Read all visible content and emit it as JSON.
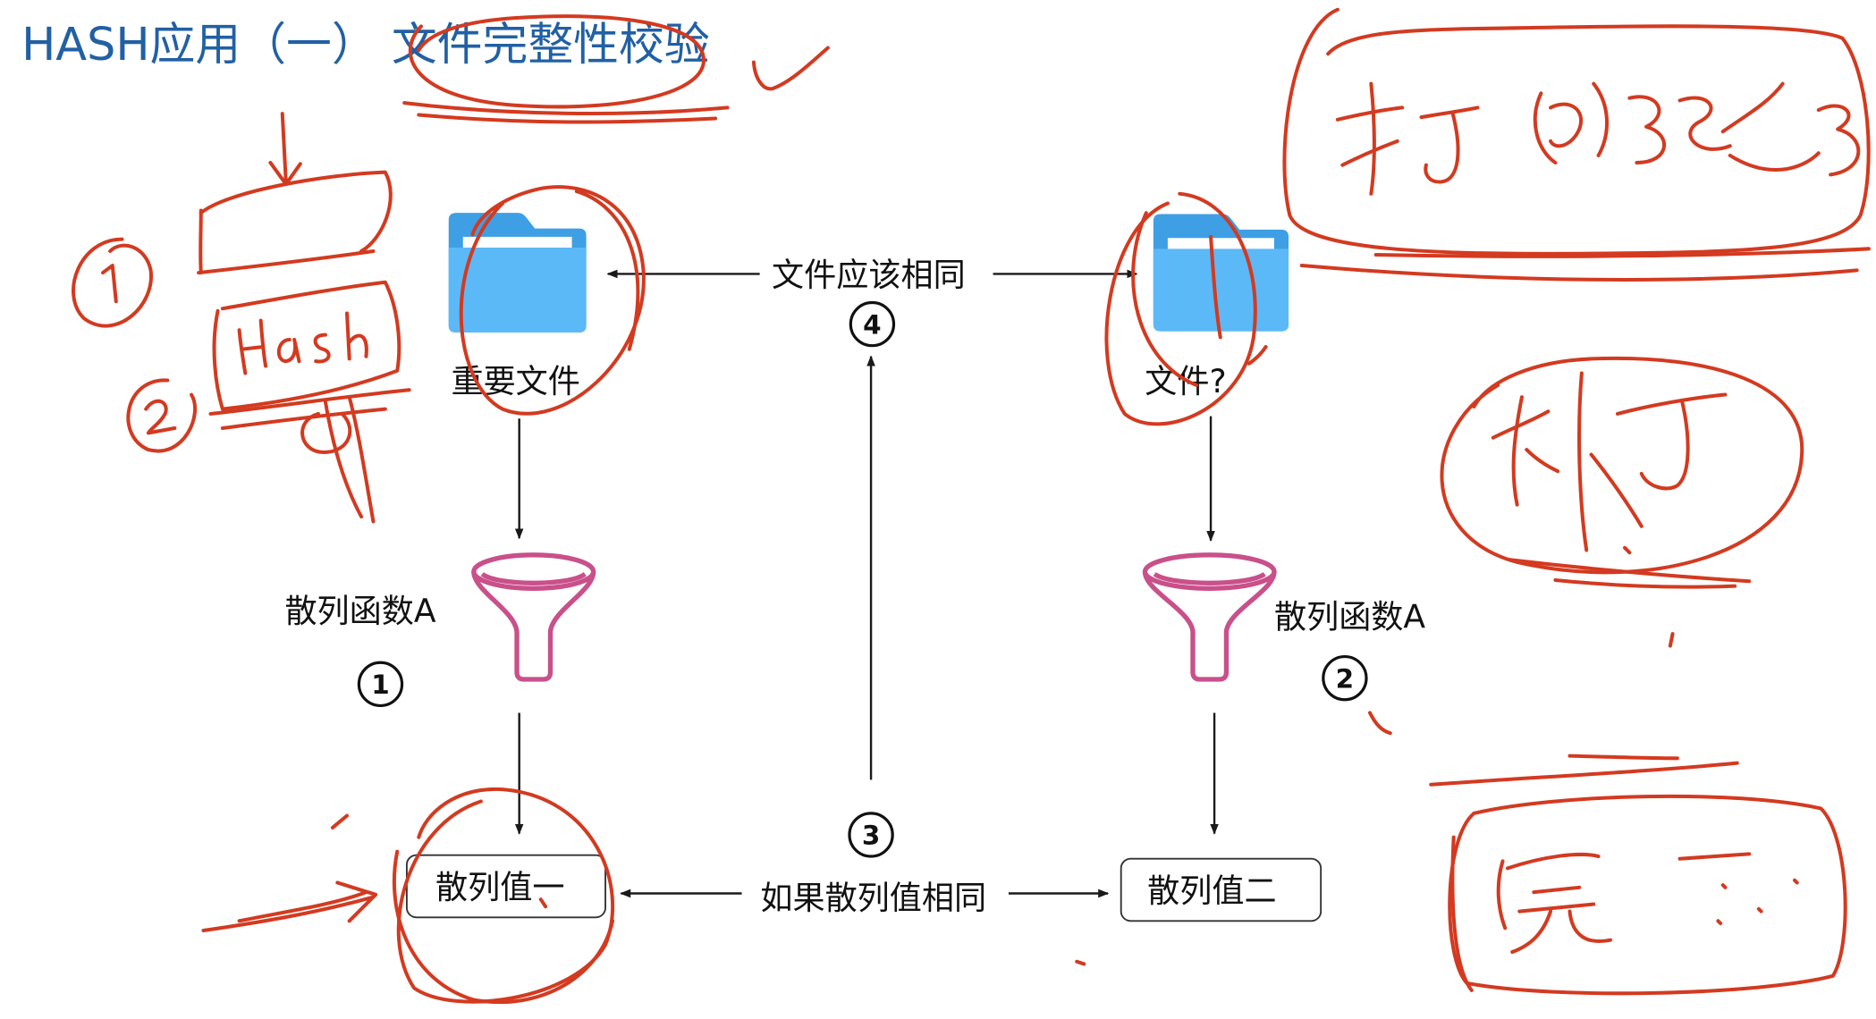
{
  "slide": {
    "title": "HASH应用（一） 文件完整性校验"
  },
  "diagram": {
    "left_file_label": "重要文件",
    "right_file_label": "文件?",
    "files_should_match": "文件应该相同",
    "if_hashes_match": "如果散列值相同",
    "left_hash_function": "散列函数A",
    "right_hash_function": "散列函数A",
    "left_hash_value": "散列值一",
    "right_hash_value": "散列值二",
    "steps": [
      "1",
      "2",
      "3",
      "4"
    ]
  },
  "icons": {
    "file": "folder-icon",
    "hash_function": "funnel-icon"
  },
  "colors": {
    "title": "#2160a4",
    "arrow": "#1a1a1a",
    "funnel": "#c9508a",
    "folder_back": "#3e9fe5",
    "folder_front": "#5cb9f7",
    "folder_paper": "#ffffff",
    "annotation": "#d33a20"
  }
}
